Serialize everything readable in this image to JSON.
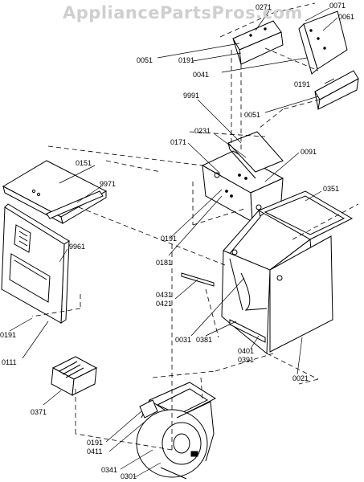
{
  "watermark": "AppliancePartsPros.com",
  "labels": {
    "l0271": "0271",
    "l0071": "0071",
    "l0061": "0061",
    "l0051a": "0051",
    "l0191a": "0191",
    "l0041": "0041",
    "l0191b": "0191",
    "l0051b": "0051",
    "l9991": "9991",
    "l0231": "0231",
    "l0171": "0171",
    "l0091": "0091",
    "l0151": "0151",
    "l9971": "9971",
    "l0351": "0351",
    "l9961": "9961",
    "l0191c": "0191",
    "l0181": "0181",
    "l0431": "0431",
    "l0421": "0421",
    "l0381": "0381",
    "l0031": "0031",
    "l0401": "0401",
    "l0391": "0391",
    "l0021": "0021",
    "l0191d": "0191",
    "l0111": "0111",
    "l0371": "0371",
    "l0191e": "0191",
    "l0411": "0411",
    "l0341": "0341",
    "l0301": "0301"
  }
}
